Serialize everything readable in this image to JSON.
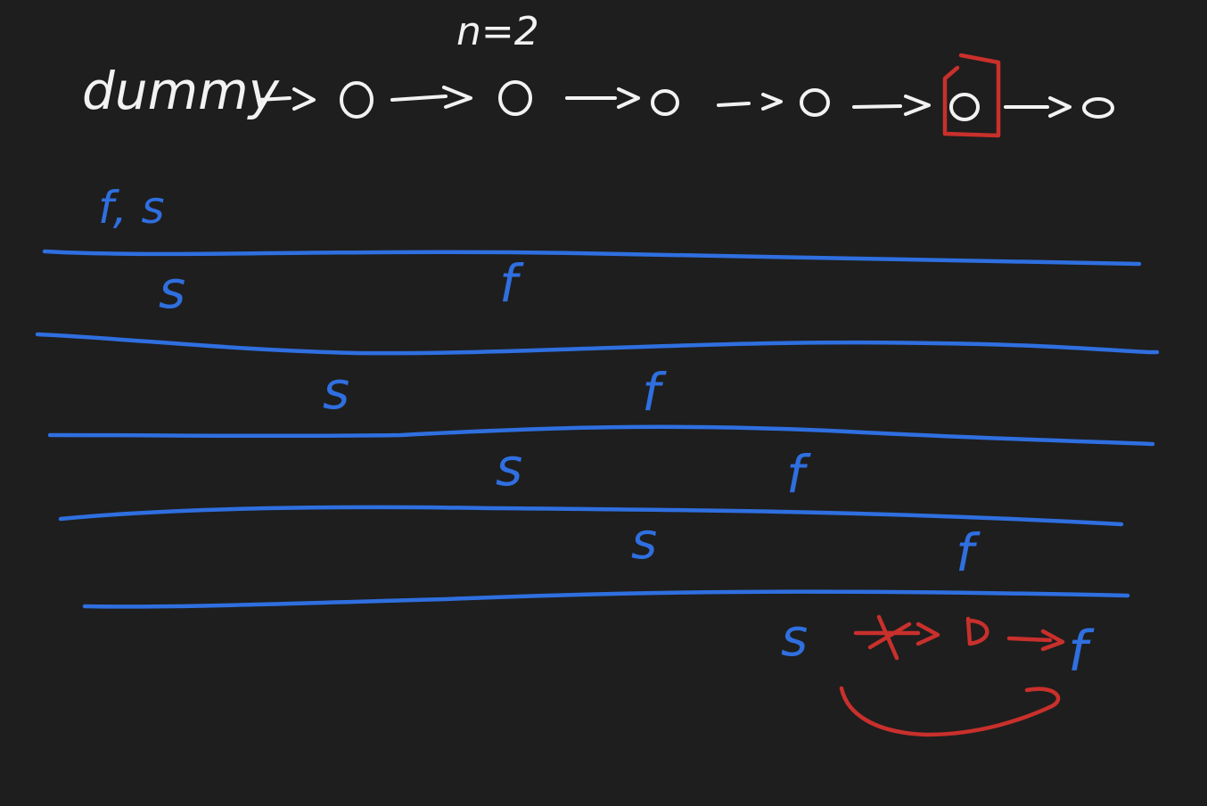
{
  "header": {
    "n_label": "n=2"
  },
  "list": {
    "head_label": "dummy",
    "node_glyph": "o",
    "arrow_glyph": "->"
  },
  "rows": [
    {
      "labels": [
        {
          "text": "f, s"
        }
      ]
    },
    {
      "labels": [
        {
          "text": "s"
        },
        {
          "text": "f"
        }
      ]
    },
    {
      "labels": [
        {
          "text": "s"
        },
        {
          "text": "f"
        }
      ]
    },
    {
      "labels": [
        {
          "text": "s"
        },
        {
          "text": "f"
        }
      ]
    },
    {
      "labels": [
        {
          "text": "s"
        },
        {
          "text": "f"
        }
      ]
    },
    {
      "labels": [
        {
          "text": "s"
        },
        {
          "text": "f"
        }
      ]
    }
  ],
  "removal": {
    "crossed_arrow": "->",
    "node": "o",
    "arrow": "->"
  },
  "colors": {
    "background": "#1e1e1e",
    "ink": "#f2f2f2",
    "pointer": "#2f6fe0",
    "highlight": "#c9302c"
  }
}
